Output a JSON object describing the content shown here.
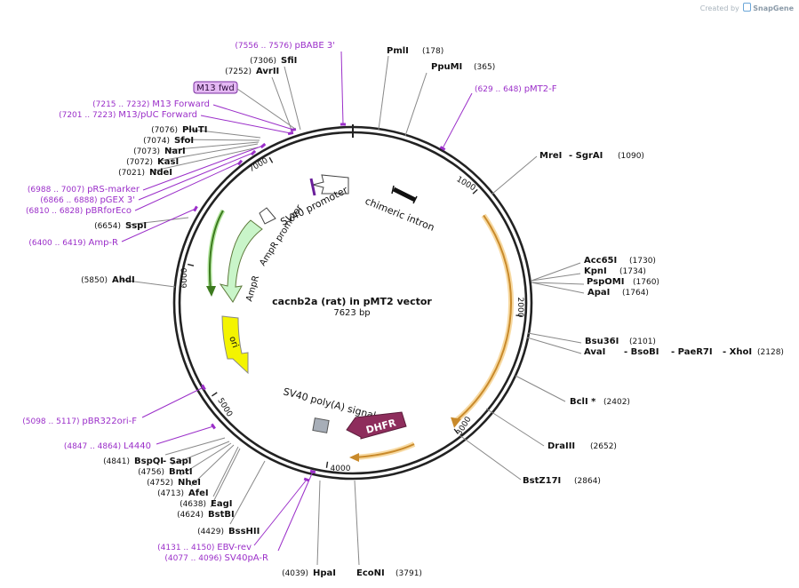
{
  "credit": {
    "prefix": "Created by",
    "brand": "SnapGene"
  },
  "title": "cacnb2a (rat) in pMT2 vector",
  "length_label": "7623 bp",
  "length_bp": 7623,
  "ticks": [
    {
      "label": "1000"
    },
    {
      "label": "2000"
    },
    {
      "label": "3000"
    },
    {
      "label": "4000"
    },
    {
      "label": "5000"
    },
    {
      "label": "6000"
    },
    {
      "label": "7000"
    }
  ],
  "features": [
    {
      "label": "chimeric intron",
      "kind": "intron"
    },
    {
      "label": "SV40 promoter",
      "kind": "promoter"
    },
    {
      "label": "AmpR promoter",
      "kind": "promoter"
    },
    {
      "label": "AmpR",
      "kind": "cds"
    },
    {
      "label": "ori",
      "kind": "origin"
    },
    {
      "label": "SV40 poly(A) signal",
      "kind": "terminator"
    },
    {
      "label": "DHFR",
      "kind": "cds"
    }
  ],
  "sites": [
    {
      "name": "PmlI",
      "pos": "(178)"
    },
    {
      "name": "PpuMI",
      "pos": "(365)"
    },
    {
      "name": "MreI",
      "extra": "SgrAI",
      "pos": "(1090)"
    },
    {
      "name": "Acc65I",
      "pos": "(1730)"
    },
    {
      "name": "KpnI",
      "pos": "(1734)"
    },
    {
      "name": "PspOMI",
      "pos": "(1760)"
    },
    {
      "name": "ApaI",
      "pos": "(1764)"
    },
    {
      "name": "Bsu36I",
      "pos": "(2101)"
    },
    {
      "name": "AvaI",
      "extra": "BsoBI",
      "extra2": "PaeR7I",
      "extra3": "XhoI",
      "pos": "(2128)"
    },
    {
      "name": "BclI *",
      "pos": "(2402)"
    },
    {
      "name": "DraIII",
      "pos": "(2652)"
    },
    {
      "name": "BstZ17I",
      "pos": "(2864)"
    },
    {
      "name": "EcoNI",
      "pos": "(3791)"
    },
    {
      "name": "HpaI",
      "pos": "(4039)"
    },
    {
      "name": "BssHII",
      "pos": "(4429)"
    },
    {
      "name": "BstBI",
      "pos": "(4624)"
    },
    {
      "name": "EagI",
      "pos": "(4638)"
    },
    {
      "name": "AfeI",
      "pos": "(4713)"
    },
    {
      "name": "NheI",
      "pos": "(4752)"
    },
    {
      "name": "BmtI",
      "pos": "(4756)"
    },
    {
      "name": "BspQI",
      "extra": "SapI",
      "pos": "(4841)"
    },
    {
      "name": "AhdI",
      "pos": "(5850)"
    },
    {
      "name": "SspI",
      "pos": "(6654)"
    },
    {
      "name": "NdeI",
      "pos": "(7021)"
    },
    {
      "name": "KasI",
      "pos": "(7072)"
    },
    {
      "name": "NarI",
      "pos": "(7073)"
    },
    {
      "name": "SfoI",
      "pos": "(7074)"
    },
    {
      "name": "PluTI",
      "pos": "(7076)"
    },
    {
      "name": "AvrII",
      "pos": "(7252)"
    },
    {
      "name": "SfiI",
      "pos": "(7306)"
    }
  ],
  "primers": [
    {
      "name": "pBABE 3'",
      "range": "(7556 .. 7576)"
    },
    {
      "name": "pMT2-F",
      "range": "(629 .. 648)"
    },
    {
      "name": "M13 Forward",
      "range": "(7215 .. 7232)"
    },
    {
      "name": "M13/pUC Forward",
      "range": "(7201 .. 7223)"
    },
    {
      "name": "pRS-marker",
      "range": "(6988 .. 7007)"
    },
    {
      "name": "pGEX 3'",
      "range": "(6866 .. 6888)"
    },
    {
      "name": "pBRforEco",
      "range": "(6810 .. 6828)"
    },
    {
      "name": "Amp-R",
      "range": "(6400 .. 6419)"
    },
    {
      "name": "pBR322ori-F",
      "range": "(5098 .. 5117)"
    },
    {
      "name": "L4440",
      "range": "(4847 .. 4864)"
    },
    {
      "name": "EBV-rev",
      "range": "(4131 .. 4150)"
    },
    {
      "name": "SV40pA-R",
      "range": "(4077 .. 4096)"
    }
  ],
  "badge": {
    "label": "M13 fwd"
  },
  "colors": {
    "backbone": "#222222",
    "site_line": "#888888",
    "site_name": "#111111",
    "primer": "#9b2fc9",
    "orf_orange": "#c98a2b",
    "orf_glow": "#f7d9a1",
    "ampr_fill": "#c9f5c9",
    "ori_fill": "#f4f400",
    "dhfr_fill": "#8e2d5c",
    "promoter_fill": "#ffffff",
    "polya_fill": "#a7aeb8",
    "badge_fill": "#e4b8f3"
  }
}
